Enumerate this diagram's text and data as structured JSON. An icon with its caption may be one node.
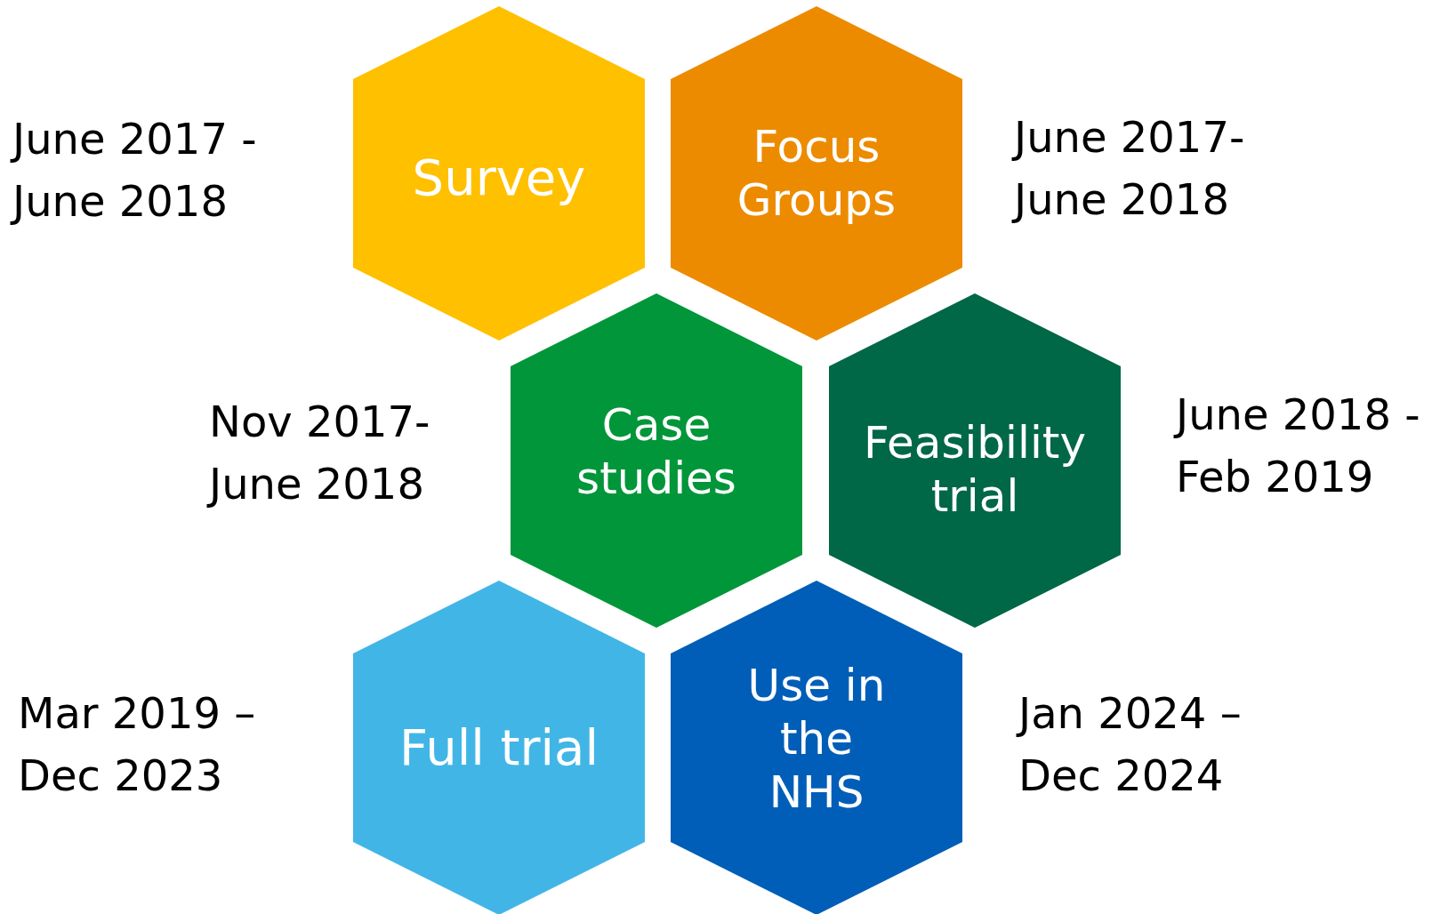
{
  "diagram": {
    "nodes": [
      {
        "text": [
          "Survey"
        ],
        "beside": [
          "June 2017 - June 2018"
        ]
      },
      {
        "text": [
          "Focus Groups"
        ],
        "beside": [
          "June 2017- June 2018"
        ]
      },
      {
        "text": [
          "Case studies"
        ],
        "beside": [
          "Nov 2017- June 2018"
        ]
      },
      {
        "text": [
          "Feasibility trial"
        ],
        "beside": [
          "June 2018 - Feb 2019"
        ]
      },
      {
        "text": [
          "Full trial"
        ],
        "beside": [
          "Mar 2019 – Dec 2023"
        ]
      },
      {
        "text": [
          "Use in the NHS"
        ],
        "beside": [
          "Jan 2024 – Dec 2024"
        ]
      }
    ]
  }
}
